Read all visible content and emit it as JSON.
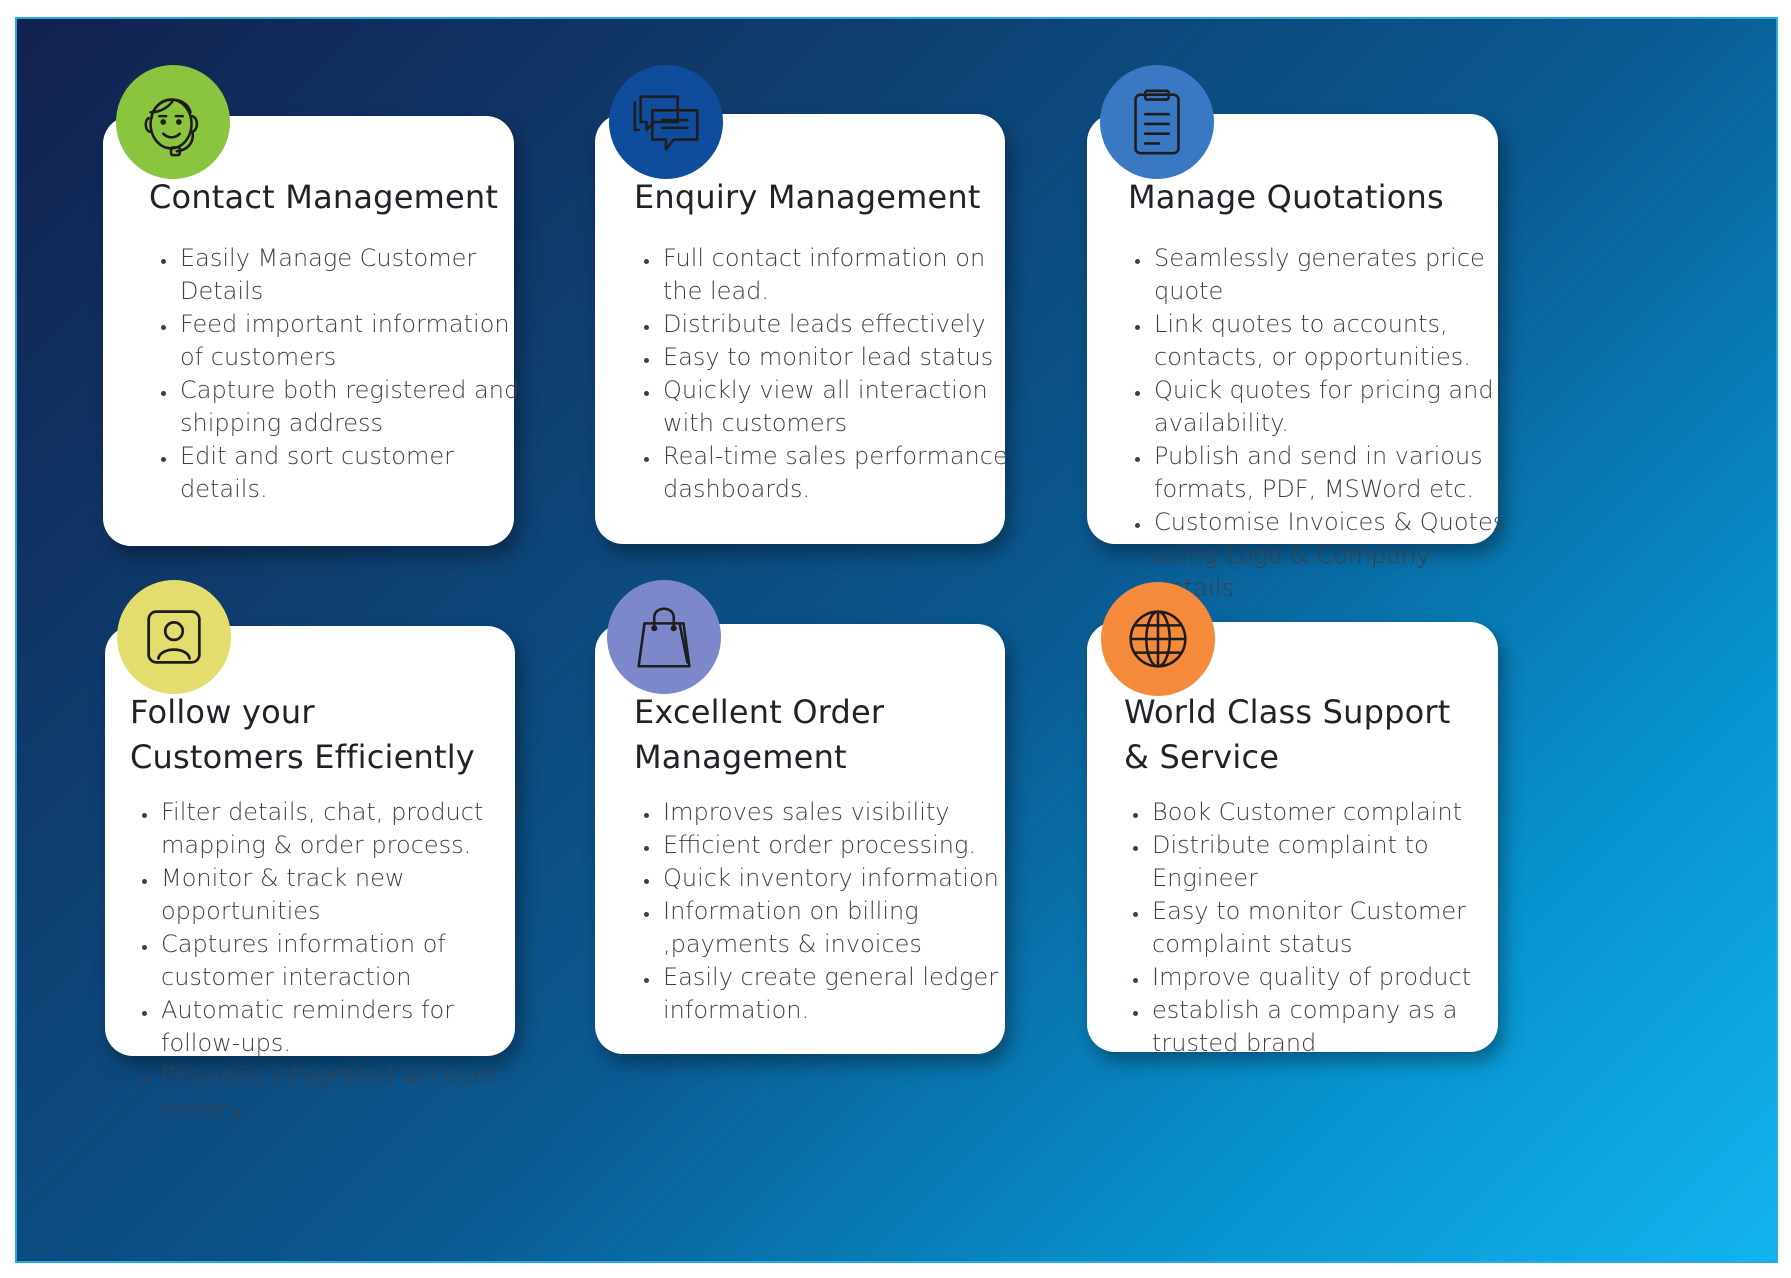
{
  "cards": [
    {
      "title": "Contact Management",
      "icon": "support-agent-icon",
      "badge_color": "#8bc53f",
      "items": [
        "Easily Manage Customer Details",
        "Feed important information of customers",
        "Capture both registered and shipping address",
        "Edit and sort customer details."
      ]
    },
    {
      "title": "Enquiry Management",
      "icon": "chat-bubbles-icon",
      "badge_color": "#0f4c9c",
      "items": [
        "Full contact information on the lead.",
        "Distribute leads effectively",
        "Easy to monitor lead status",
        "Quickly view all interaction with customers",
        "Real-time sales performance dashboards."
      ]
    },
    {
      "title": "Manage Quotations",
      "icon": "clipboard-icon",
      "badge_color": "#3a78c3",
      "items": [
        "Seamlessly generates price quote",
        "Link quotes to accounts, contacts, or opportunities.",
        "Quick quotes for pricing and availability.",
        "Publish and send in various formats, PDF, MSWord etc.",
        "Customise Invoices & Quotes using Logo & Company details"
      ]
    },
    {
      "title": "Follow your Customers Efficiently",
      "icon": "user-profile-icon",
      "badge_color": "#e2dd6c",
      "items": [
        "Filter details, chat, product mapping & order process.",
        "Monitor & track new opportunities",
        "Captures information of customer interaction",
        "Automatic reminders for follow-ups.",
        "Provides integrated account history"
      ]
    },
    {
      "title": "Excellent Order Management",
      "icon": "shopping-bag-icon",
      "badge_color": "#7c88c9",
      "items": [
        "Improves sales visibility",
        "Efficient order processing.",
        "Quick inventory information",
        "Information on billing ,payments & invoices",
        "Easily create general ledger information."
      ]
    },
    {
      "title": "World Class Support & Service",
      "icon": "globe-icon",
      "badge_color": "#f58a3a",
      "items": [
        "Book Customer complaint",
        "Distribute complaint to Engineer",
        "Easy to monitor Customer complaint status",
        "Improve quality of product",
        "establish a company as a trusted brand"
      ]
    }
  ]
}
